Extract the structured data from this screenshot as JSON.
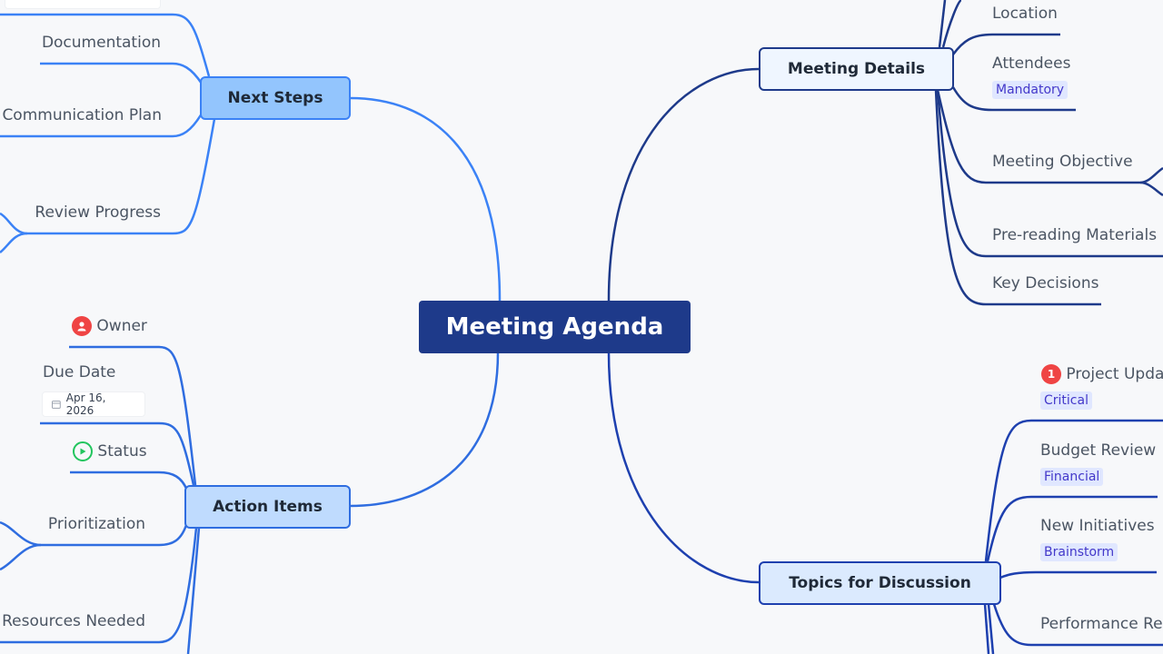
{
  "colors": {
    "center": "#1e3a8a",
    "next_steps": "#3b82f6",
    "action_items": "#2f6de0",
    "meeting_details": "#1e3a8a",
    "topics": "#1e40af"
  },
  "center": {
    "title": "Meeting Agenda"
  },
  "next_steps": {
    "title": "Next Steps",
    "children": [
      "Documentation",
      "Communication Plan",
      "Review Progress"
    ]
  },
  "action_items": {
    "title": "Action Items",
    "owner": {
      "label": "Owner",
      "icon": "user-icon"
    },
    "due_date": {
      "label": "Due Date",
      "date": "Apr 16, 2026",
      "icon": "calendar-icon"
    },
    "status": {
      "label": "Status",
      "icon": "play-circle-icon"
    },
    "children": [
      "Prioritization",
      "Resources Needed"
    ]
  },
  "meeting_details": {
    "title": "Meeting Details",
    "children": [
      {
        "label": "Location"
      },
      {
        "label": "Attendees",
        "tag": "Mandatory"
      },
      {
        "label": "Meeting Objective"
      },
      {
        "label": "Pre-reading Materials"
      },
      {
        "label": "Key Decisions"
      }
    ]
  },
  "topics": {
    "title": "Topics for Discussion",
    "children": [
      {
        "label": "Project Updates",
        "priority": "1",
        "tag": "Critical"
      },
      {
        "label": "Budget Review",
        "tag": "Financial"
      },
      {
        "label": "New Initiatives",
        "tag": "Brainstorm"
      },
      {
        "label": "Performance Review"
      }
    ]
  }
}
